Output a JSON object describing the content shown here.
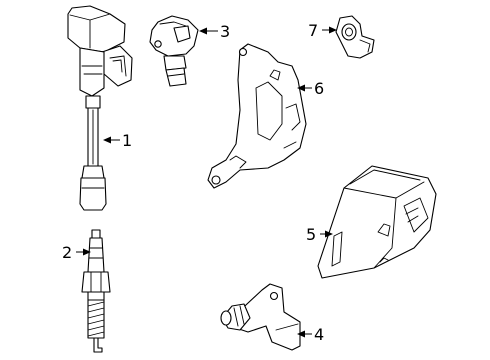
{
  "callouts": [
    {
      "id": "ignition-coil",
      "number": "1"
    },
    {
      "id": "spark-plug",
      "number": "2"
    },
    {
      "id": "camshaft-position-sensor",
      "number": "3"
    },
    {
      "id": "crankshaft-position-sensor",
      "number": "4"
    },
    {
      "id": "engine-control-module",
      "number": "5"
    },
    {
      "id": "ecm-mounting-bracket",
      "number": "6"
    },
    {
      "id": "knock-sensor",
      "number": "7"
    }
  ]
}
